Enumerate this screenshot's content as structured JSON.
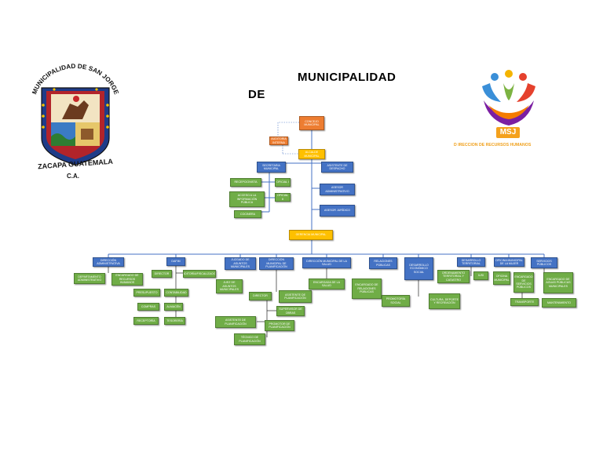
{
  "header": {
    "title_line1": "MUNICIPALIDAD",
    "title_line2": "DE"
  },
  "left_logo": {
    "arc_text": "MUNICIPALIDAD DE SAN JORGE",
    "bottom_text": "ZACAPA GUATEMALA",
    "ca_text": "C.A."
  },
  "right_logo": {
    "badge_text": "MSJ",
    "caption": "D IRECCION DE RECURSOS HUMANOS"
  },
  "nodes": {
    "concejo": "CONCEJO MUNICIPAL",
    "auditoria": "AUDITORÍA INTERNA",
    "alcalde": "ALCALDE MUNICIPAL",
    "secretaria": "SECRETARIA MUNICIPAL",
    "asistente_despacho": "ASISTENTE DE DESPACHO",
    "recepcionista": "RECEPCIONISTA",
    "oficial1": "OFICIAL I",
    "acceso_info": "ACCESO A LA INFORMACIÓN PÚBLICA",
    "oficial2": "OFICIAL II",
    "cocinera": "COCINERA",
    "asesor_admin": "ASESOR ADMINISTRATIVO",
    "asesor_juridico": "ASESOR JURÍDICO",
    "gerencia": "GERENCIA MUNICIPAL",
    "dir_admin": "DIRECCIÓN ADMINISTRATIVA",
    "dafim": "DAFIM",
    "juzgado": "JUZGADO DE ASUNTOS MUNICIPALES",
    "dmp": "DIRECCIÓN MUNICIPAL DE PLANIFICACIÓN",
    "dms": "DIRECCIÓN MUNICIPAL DE LA SALUD",
    "rel_publicas": "RELACIONES PÚBLICAS",
    "desarrollo_eco": "DESARROLLO ECONÓMICO SOCIAL",
    "desarrollo_terr": "DESARROLLO TERRITORIAL",
    "ofi_municipal": "OFICINA MUNICIPAL DE LA MUJER",
    "servicios_pub": "SERVICIOS PÚBLICOS",
    "depto_admin": "DEPARTAMENTO ADMINISTRATIVO",
    "encargado_rrhh": "ENCARGADO DE RECURSOS HUMANOS",
    "director_dafim": "DIRECTOR",
    "audit_dafim": "AUDITORÍA/FISCALIZACIÓN",
    "presupuesto": "PRESUPUESTO",
    "contabilidad": "CONTABILIDAD",
    "compras": "COMPRAS",
    "almacen": "ALMACÉN",
    "receptoria": "RECEPTORÍA",
    "tesoreria": "TESORERÍA",
    "juez": "JUEZ DE ASUNTOS MUNICIPALES",
    "director_dmp": "DIRECTOR",
    "asist_planif": "ASISTENTE DE PLANIFICACIÓN",
    "supervisor": "SUPERVISOR DE OBRAS",
    "asistente_plan": "ASISTENTE DE PLANIFICACIÓN",
    "promotor": "PROMOTOR DE PLANIFICACIÓN",
    "tecnico": "TÉCNICO DE PLANIFICACIÓN",
    "encargada_salud": "ENCARGADA DE LA SALUD",
    "encargado_rel": "ENCARGADO DE RELACIONES PÚBLICAS",
    "promotoria_social": "PROMOTORÍA SOCIAL",
    "cultura": "CULTURA, DEPORTE Y RECREACIÓN",
    "ordenamiento": "ORDENAMIENTO TERRITORIAL Y CATASTRO",
    "iusi": "IUSI",
    "oficina_mujer_enc": "OFICINA MUNICIPAL",
    "encargado_servicios": "ENCARGADO DE SERVICIOS PÚBLICOS",
    "transporte": "TRANSPORTE",
    "encargado_aguas": "ENCARGADO DE AGUAS PÚBLICAS MUNICIPALES",
    "mantenimiento": "MANTENIMIENTO"
  },
  "colors": {
    "blue": "#4472c4",
    "green": "#70ad47",
    "orange": "#ed7d31",
    "gold": "#ffc000",
    "line": "#4472c4"
  }
}
